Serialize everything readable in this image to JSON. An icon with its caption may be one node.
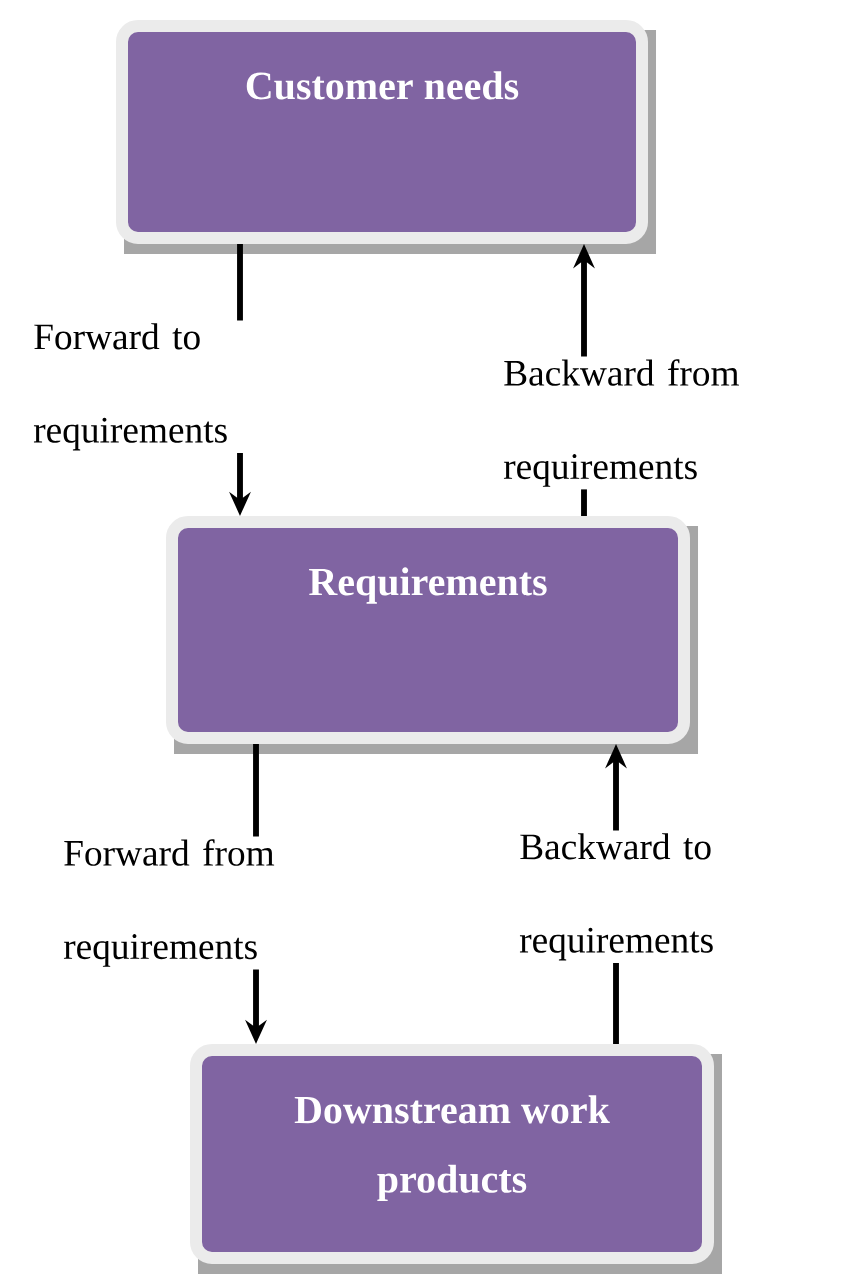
{
  "diagram": {
    "nodes": [
      {
        "text": [
          "Customer needs"
        ]
      },
      {
        "text": [
          "Requirements"
        ]
      },
      {
        "text": [
          "Downstream work products"
        ]
      }
    ],
    "edges": [
      {
        "from": 0,
        "to": 1,
        "arrow": "to",
        "label": "Forward to requirements"
      },
      {
        "from": 1,
        "to": 0,
        "arrow": "to",
        "label": "Backward from requirements"
      },
      {
        "from": 1,
        "to": 2,
        "arrow": "to",
        "label": "Forward from requirements"
      },
      {
        "from": 2,
        "to": 1,
        "arrow": "to",
        "label": "Backward to requirements"
      }
    ]
  }
}
